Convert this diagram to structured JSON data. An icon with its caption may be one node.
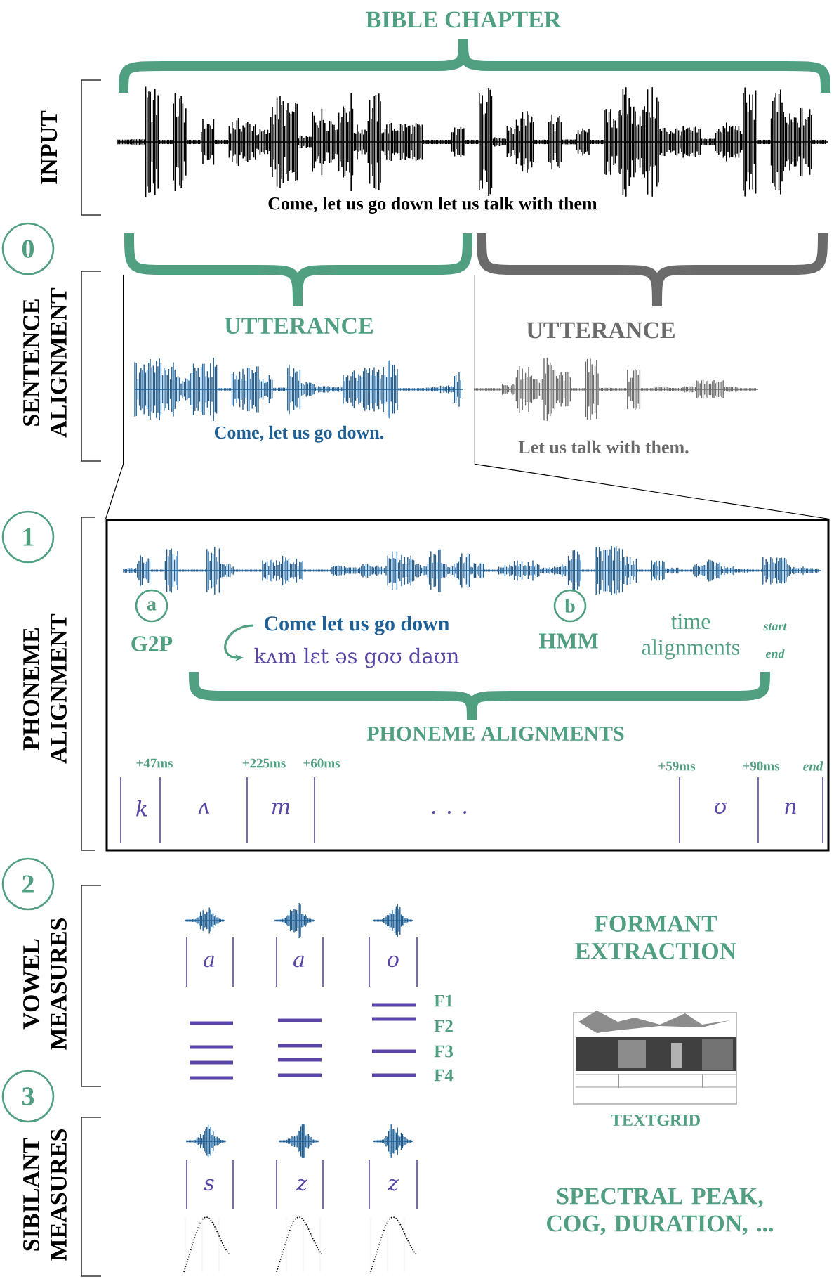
{
  "diagram": {
    "nodes": [
      {
        "text": [
          "0"
        ],
        "beside": [
          "SENTENCE ALIGNMENT"
        ]
      },
      {
        "text": [
          "UTTERANCE",
          "Come, let us go down."
        ]
      },
      {
        "text": [
          "1"
        ],
        "beside": [
          "PHONEME ALIGNMENT"
        ]
      },
      {
        "text": [],
        "shape": "box"
      },
      {
        "text": [
          "a"
        ],
        "in": 3,
        "beside": [
          "G2P"
        ]
      },
      {
        "text": [
          "Come let us go down"
        ],
        "in": 3
      },
      {
        "text": [
          "kʌm lɛt əs goʊ daʊn"
        ],
        "in": 3
      },
      {
        "text": [
          "b"
        ],
        "in": 3,
        "beside": [
          "HMM"
        ]
      },
      {
        "text": [
          "2"
        ],
        "beside": [
          "VOWEL MEASURES"
        ]
      },
      {
        "text": [
          "3"
        ],
        "beside": [
          "SIBILANT MEASURES"
        ]
      }
    ],
    "edges": [
      {
        "from": 1,
        "to": 3,
        "arrow": "none"
      },
      {
        "from": 1,
        "to": 3,
        "arrow": "none"
      },
      {
        "from": 5,
        "to": 6,
        "arrow": "to",
        "color": "#4f9f80"
      }
    ],
    "labels": [
      "BIBLE CHAPTER",
      "INPUT",
      "Come, let us go down let us talk with them",
      "UTTERANCE",
      "Let us talk with them.",
      "time alignments",
      "start",
      "end",
      "PHONEME ALIGNMENTS",
      "+47ms",
      "+225ms",
      "+60ms",
      "+59ms",
      "+90ms",
      "end",
      "k",
      "ʌ",
      "m",
      ". . .",
      "ʊ",
      "n",
      "FORMANT EXTRACTION",
      "a",
      "a",
      "o",
      "F1",
      "F2",
      "F3",
      "F4",
      "TEXTGRID",
      "s",
      "z",
      "z",
      "SPECTRAL PEAK, COG, DURATION, ..."
    ]
  }
}
